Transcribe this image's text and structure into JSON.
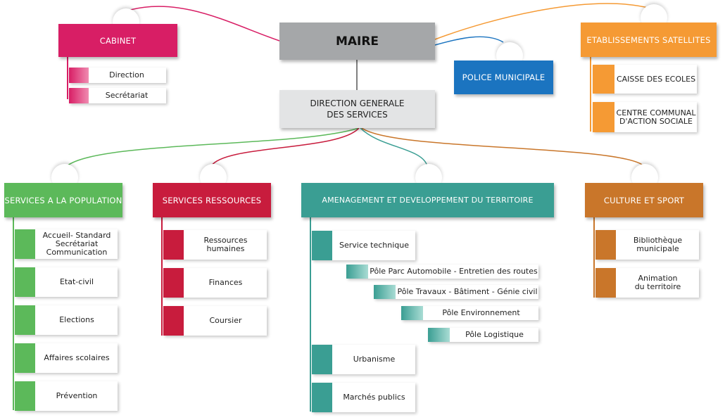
{
  "colors": {
    "pink": "#d81e65",
    "grey": "#a5a7a9",
    "light_grey": "#e3e4e5",
    "blue": "#1b74c0",
    "orange": "#f59a34",
    "green": "#5cb95a",
    "crimson": "#c81c3d",
    "teal": "#3a9e93",
    "brown": "#c9762a"
  },
  "maire": {
    "label": "MAIRE"
  },
  "dgs": {
    "label": "DIRECTION GENERALE\nDES SERVICES"
  },
  "cabinet": {
    "label": "CABINET",
    "items": [
      "Direction",
      "Secrétariat"
    ]
  },
  "police": {
    "label": "POLICE MUNICIPALE"
  },
  "etablissements": {
    "label": "ETABLISSEMENTS SATELLITES",
    "items": [
      "CAISSE DES ECOLES",
      "CENTRE COMMUNAL\nD'ACTION SOCIALE"
    ]
  },
  "services_population": {
    "label": "SERVICES A LA POPULATION",
    "items": [
      "Accueil- Standard\nSecrétariat\nCommunication",
      "Etat-civil",
      "Elections",
      "Affaires scolaires",
      "Prévention"
    ]
  },
  "services_ressources": {
    "label": "SERVICES RESSOURCES",
    "items": [
      "Ressources\nhumaines",
      "Finances",
      "Coursier"
    ]
  },
  "amenagement": {
    "label": "AMENAGEMENT ET DEVELOPPEMENT DU TERRITOIRE",
    "service_technique": "Service technique",
    "poles": [
      "Pôle Parc Automobile - Entretien des routes",
      "Pôle Travaux - Bâtiment - Génie civil",
      "Pôle Environnement",
      "Pôle Logistique"
    ],
    "items": [
      "Urbanisme",
      "Marchés publics"
    ]
  },
  "culture": {
    "label": "CULTURE ET SPORT",
    "items": [
      "Bibliothèque\nmunicipale",
      "Animation\ndu territoire"
    ]
  }
}
